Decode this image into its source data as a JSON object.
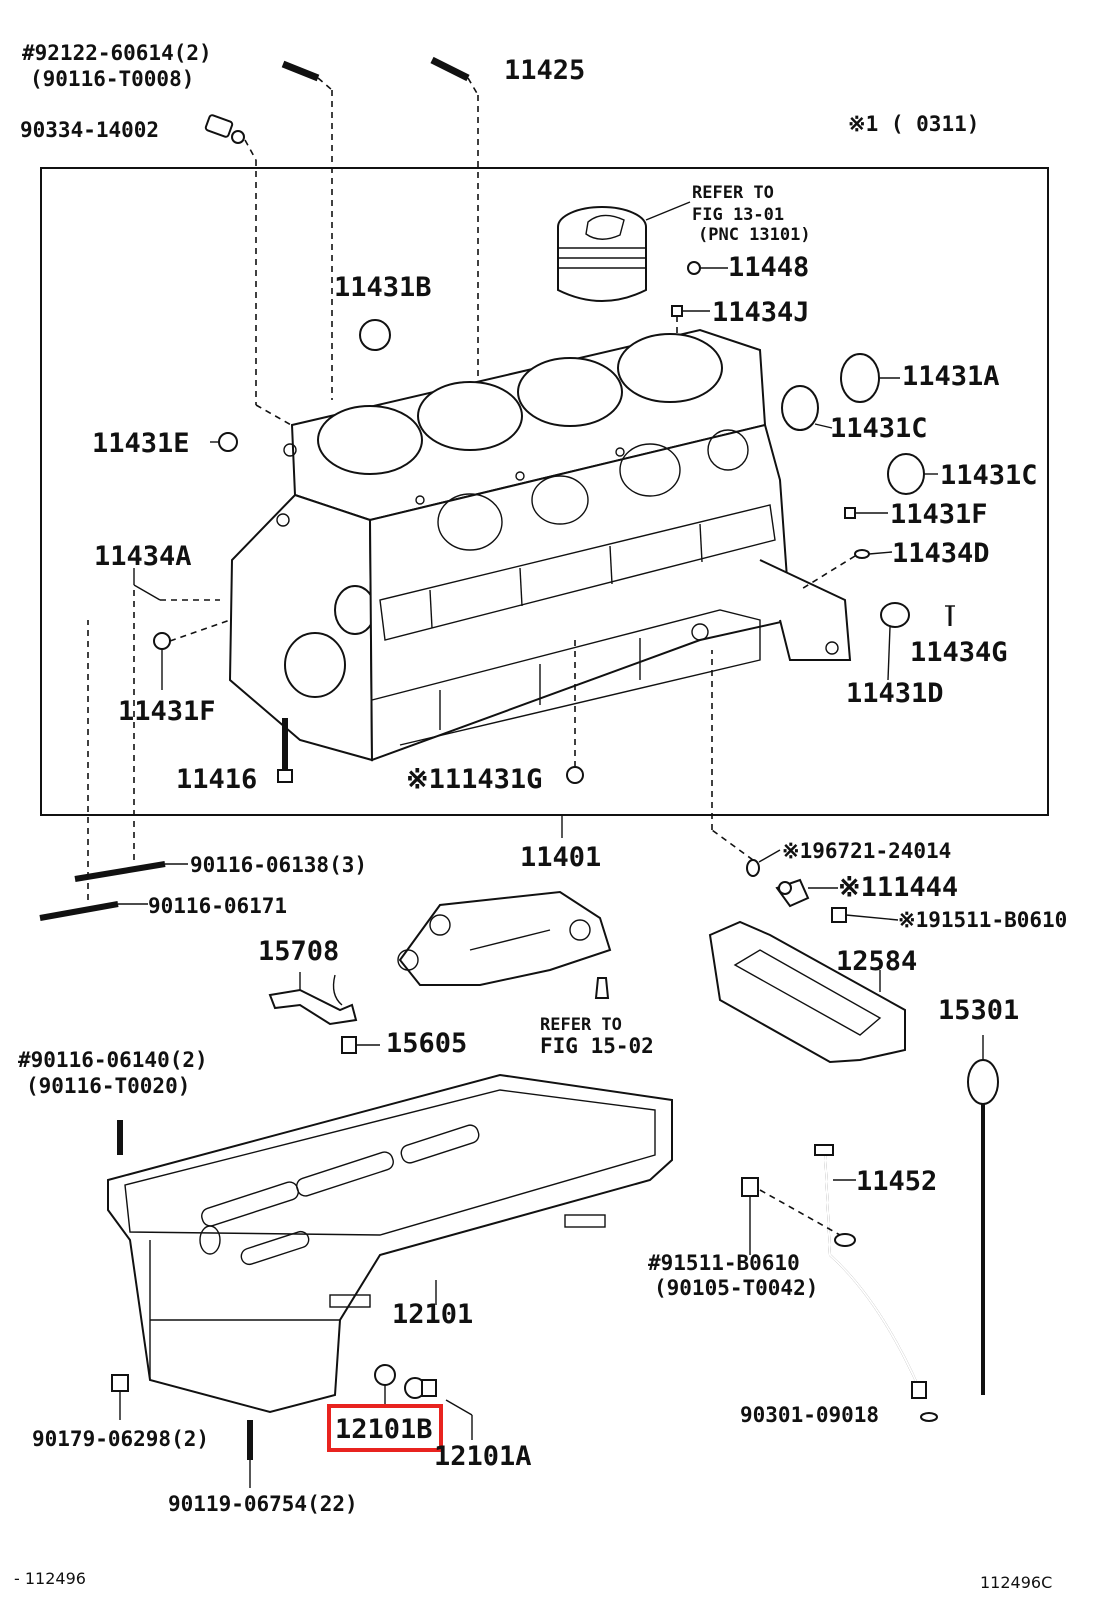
{
  "diagram": {
    "header_note": "※1 (      0311)",
    "highlighted_part": "12101B",
    "footer_left": "- 112496",
    "footer_right": "112496C",
    "labels": {
      "p92122": "#92122-60614(2)",
      "p90116_T0008": "(90116-T0008)",
      "p11425": "11425",
      "p90334": "90334-14002",
      "refer_13_line1": "REFER TO",
      "refer_13_line2": "FIG 13-01",
      "refer_13_line3": "(PNC 13101)",
      "p11448": "11448",
      "p11431B": "11431B",
      "p11434J": "11434J",
      "p11431A": "11431A",
      "p11431C_1": "11431C",
      "p11431C_2": "11431C",
      "p11431E": "11431E",
      "p11431F_r": "11431F",
      "p11434D": "11434D",
      "p11434A": "11434A",
      "p11434G": "11434G",
      "p11431D": "11431D",
      "p11431F_l": "11431F",
      "p11416": "11416",
      "p11431G": "※111431G",
      "p90116_06138": "90116-06138(3)",
      "p11401": "11401",
      "p96721": "※196721-24014",
      "p11444": "※111444",
      "p90116_06171": "90116-06171",
      "p91511_top": "※191511-B0610",
      "p15708": "15708",
      "p12584": "12584",
      "p15301": "15301",
      "refer_15_line1": "REFER TO",
      "refer_15_line2": "FIG 15-02",
      "p15605": "15605",
      "p90116_06140": "#90116-06140(2)",
      "p90116_T0020": "(90116-T0020)",
      "p11452": "11452",
      "p91511_bottom": "#91511-B0610",
      "p90105_T0042": "(90105-T0042)",
      "p12101": "12101",
      "p90301": "90301-09018",
      "p90179": "90179-06298(2)",
      "p12101B": "12101B",
      "p12101A": "12101A",
      "p90119": "90119-06754(22)"
    }
  }
}
